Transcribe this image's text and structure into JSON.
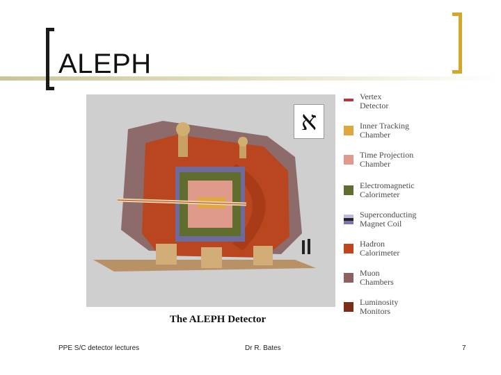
{
  "slide": {
    "title": "ALEPH",
    "figure_caption": "The ALEPH Detector",
    "logo_glyph": "א",
    "legend": [
      {
        "label": "Vertex\nDetector",
        "color": "#b43a3a",
        "swatch": "vertex"
      },
      {
        "label": "Inner Tracking\nChamber",
        "color": "#e0a640",
        "swatch": "block"
      },
      {
        "label": "Time Projection\nChamber",
        "color": "#e09a8c",
        "swatch": "block"
      },
      {
        "label": "Electromagnetic\nCalorimeter",
        "color": "#5f6e2e",
        "swatch": "block"
      },
      {
        "label": "Superconducting\nMagnet Coil",
        "color": "#7a74b0",
        "swatch": "coil"
      },
      {
        "label": "Hadron\nCalorimeter",
        "color": "#c1451c",
        "swatch": "block"
      },
      {
        "label": "Muon\nChambers",
        "color": "#8f6060",
        "swatch": "block"
      },
      {
        "label": "Luminosity\nMonitors",
        "color": "#7a2e18",
        "swatch": "block"
      }
    ]
  },
  "footer": {
    "left": "PPE S/C detector lectures",
    "center": "Dr R. Bates",
    "page_number": "7"
  },
  "colors": {
    "title_bar": "#d6d2a8",
    "bracket_left": "#1a1a1a",
    "bracket_right": "#d3a62a"
  }
}
